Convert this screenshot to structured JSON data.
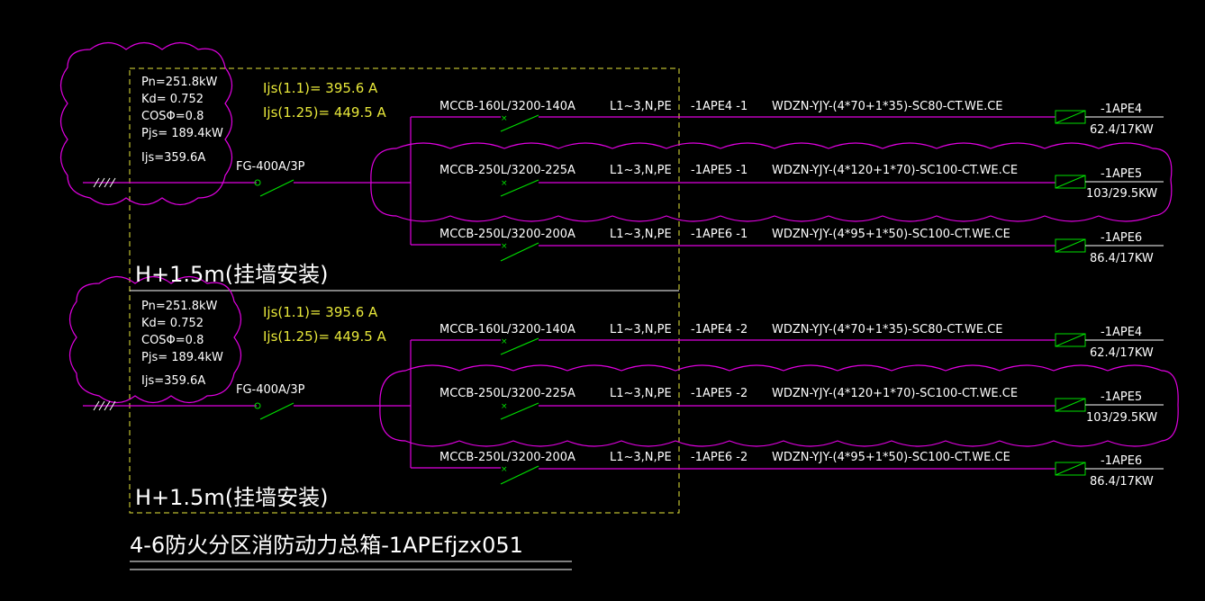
{
  "colors": {
    "wire": "#e000e0",
    "breaker": "#00e000",
    "text": "#ffffff",
    "calc": "#e8e83a",
    "frame": "#e8e83a",
    "cloud": "#e000e0"
  },
  "sections": [
    {
      "params": {
        "pn": "Pn=251.8kW",
        "kd": "Kd= 0.752",
        "cos": "COSΦ=0.8",
        "pjs": "Pjs= 189.4kW",
        "ijs": "Ijs=359.6A"
      },
      "calc": {
        "ijs11": "Ijs(1.1)= 395.6  A",
        "ijs125": "Ijs(1.25)= 449.5 A"
      },
      "main_breaker": "FG-400A/3P",
      "mount": "H+1.5m(挂墙安装)",
      "circuits": [
        {
          "breaker": "MCCB-160L/3200-140A",
          "phase": "L1~3,N,PE",
          "id": "-1APE4 -1",
          "cable": "WDZN-YJY-(4*70+1*35)-SC80-CT.WE.CE",
          "dest": "-1APE4",
          "load": "62.4/17KW"
        },
        {
          "breaker": "MCCB-250L/3200-225A",
          "phase": "L1~3,N,PE",
          "id": "-1APE5 -1",
          "cable": "WDZN-YJY-(4*120+1*70)-SC100-CT.WE.CE",
          "dest": "-1APE5",
          "load": "103/29.5KW"
        },
        {
          "breaker": "MCCB-250L/3200-200A",
          "phase": "L1~3,N,PE",
          "id": "-1APE6 -1",
          "cable": "WDZN-YJY-(4*95+1*50)-SC100-CT.WE.CE",
          "dest": "-1APE6",
          "load": "86.4/17KW"
        }
      ]
    },
    {
      "params": {
        "pn": "Pn=251.8kW",
        "kd": "Kd= 0.752",
        "cos": "COSΦ=0.8",
        "pjs": "Pjs= 189.4kW",
        "ijs": "Ijs=359.6A"
      },
      "calc": {
        "ijs11": "Ijs(1.1)= 395.6  A",
        "ijs125": "Ijs(1.25)= 449.5 A"
      },
      "main_breaker": "FG-400A/3P",
      "mount": "H+1.5m(挂墙安装)",
      "circuits": [
        {
          "breaker": "MCCB-160L/3200-140A",
          "phase": "L1~3,N,PE",
          "id": "-1APE4 -2",
          "cable": "WDZN-YJY-(4*70+1*35)-SC80-CT.WE.CE",
          "dest": "-1APE4",
          "load": "62.4/17KW"
        },
        {
          "breaker": "MCCB-250L/3200-225A",
          "phase": "L1~3,N,PE",
          "id": "-1APE5 -2",
          "cable": "WDZN-YJY-(4*120+1*70)-SC100-CT.WE.CE",
          "dest": "-1APE5",
          "load": "103/29.5KW"
        },
        {
          "breaker": "MCCB-250L/3200-200A",
          "phase": "L1~3,N,PE",
          "id": "-1APE6 -2",
          "cable": "WDZN-YJY-(4*95+1*50)-SC100-CT.WE.CE",
          "dest": "-1APE6",
          "load": "86.4/17KW"
        }
      ]
    }
  ],
  "title": "4-6防火分区消防动力总箱-1APEfjzx051"
}
